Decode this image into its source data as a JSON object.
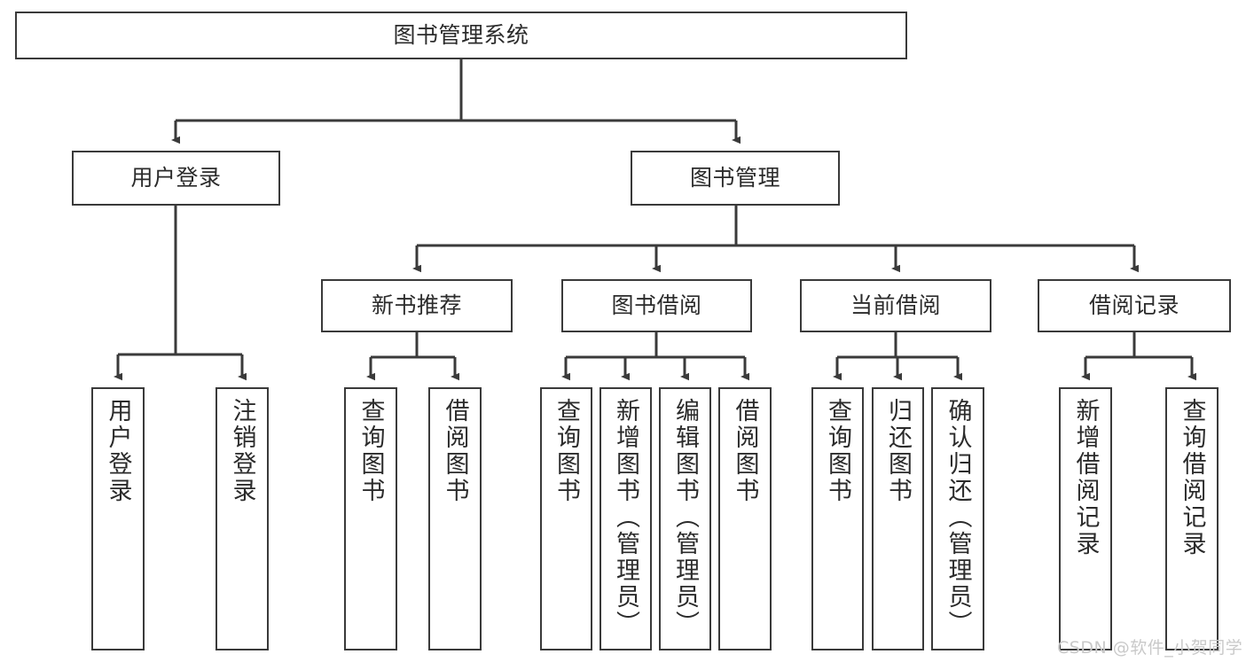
{
  "diagram": {
    "title": "图书管理系统",
    "root": {
      "label": "图书管理系统"
    },
    "level2": [
      {
        "label": "用户登录"
      },
      {
        "label": "图书管理"
      }
    ],
    "level3": [
      {
        "label": "新书推荐"
      },
      {
        "label": "图书借阅"
      },
      {
        "label": "当前借阅"
      },
      {
        "label": "借阅记录"
      }
    ],
    "leaves": {
      "user_login": [
        {
          "label": "用户登录"
        },
        {
          "label": "注销登录"
        }
      ],
      "new_book_recommend": [
        {
          "label": "查询图书"
        },
        {
          "label": "借阅图书"
        }
      ],
      "book_borrow": [
        {
          "label": "查询图书"
        },
        {
          "label": "新增图书（管理员）"
        },
        {
          "label": "编辑图书（管理员）"
        },
        {
          "label": "借阅图书"
        }
      ],
      "current_borrow": [
        {
          "label": "查询图书"
        },
        {
          "label": "归还图书"
        },
        {
          "label": "确认归还（管理员）"
        }
      ],
      "borrow_record": [
        {
          "label": "新增借阅记录"
        },
        {
          "label": "查询借阅记录"
        }
      ]
    }
  },
  "watermark": {
    "text": "CSDN @软件_小贺同学"
  },
  "colors": {
    "stroke": "#3a3a3a",
    "background": "#ffffff",
    "text": "#2b2b2b",
    "watermark": "#c9c9c9"
  }
}
